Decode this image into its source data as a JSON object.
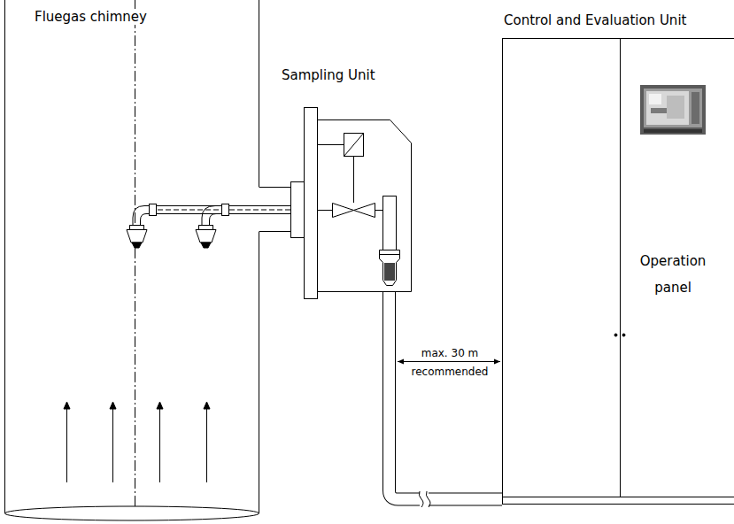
{
  "diagram": {
    "nodes": [
      {
        "text": [
          "Fluegas chimney"
        ]
      },
      {
        "text": [
          "Sampling Unit"
        ]
      },
      {
        "text": [
          "Control and Evaluation Unit"
        ]
      },
      {
        "text": [
          "Operation panel"
        ],
        "in": 2
      }
    ],
    "edges": [
      {
        "from": 1,
        "to": 2,
        "arrow": "none"
      }
    ],
    "labels": [
      "max. 30 m",
      "recommended"
    ]
  }
}
